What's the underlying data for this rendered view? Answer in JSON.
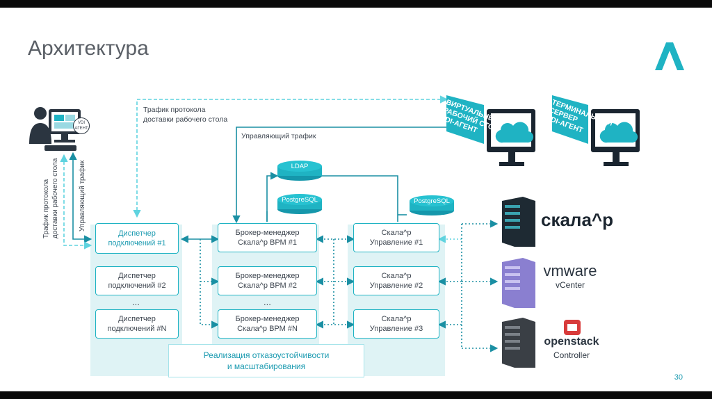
{
  "slide": {
    "title": "Архитектура",
    "page_number": "30"
  },
  "colors": {
    "accent": "#1fb3c3",
    "panel": "#dff3f5",
    "arrow": "#1a8fa3",
    "text": "#3e4650"
  },
  "icons": [
    "user-at-computer-icon",
    "vdi-agent-monitor-icon",
    "cloud-icon",
    "database-icon",
    "server-rack-icon",
    "logo-icon"
  ],
  "dispatchers": [
    {
      "label": "Диспетчер\nподключений #1",
      "active": true
    },
    {
      "label": "Диспетчер\nподключений #2"
    },
    {
      "label": "Диспетчер\nподключений #N"
    }
  ],
  "brokers": [
    {
      "label": "Брокер-менеджер\nСкала^р ВРМ #1"
    },
    {
      "label": "Брокер-менеджер\nСкала^р ВРМ #2"
    },
    {
      "label": "Брокер-менеджер\nСкала^р ВРМ #N"
    }
  ],
  "managers": [
    {
      "label": "Скала^р\nУправление #1"
    },
    {
      "label": "Скала^р\nУправление #2"
    },
    {
      "label": "Скала^р\nУправление #3"
    }
  ],
  "ellipsis": "...",
  "databases": {
    "ldap": "LDAP",
    "postgres_broker": "PostgreSQL",
    "postgres_mgmt": "PostgreSQL"
  },
  "labels": {
    "traffic_protocol_top": "Трафик протокола\nдоставки рабочего стола",
    "control_traffic_top": "Управляющий трафик",
    "traffic_protocol_side": "Трафик протокола\nдоставки рабочего стола",
    "control_traffic_side": "Управляющий трафик",
    "fault_tolerance": "Реализация отказоустойчивости\nи масштабирования"
  },
  "monitors": {
    "user_badge": "VDI\nАГЕНТ",
    "virtual_desktop": "ВИРТУАЛЬНЫЙ\nРАБОЧИЙ СТОЛ\nVDI-АГЕНТ",
    "terminal_server": "ТЕРМИНАЛЬНЫЙ\nСЕРВЕР\nVDI-АГЕНТ"
  },
  "platforms": {
    "skala": {
      "name": "скала^р"
    },
    "vmware": {
      "name": "vmware",
      "sub": "vCenter"
    },
    "openstack": {
      "name": "openstack",
      "sub": "Controller"
    }
  }
}
